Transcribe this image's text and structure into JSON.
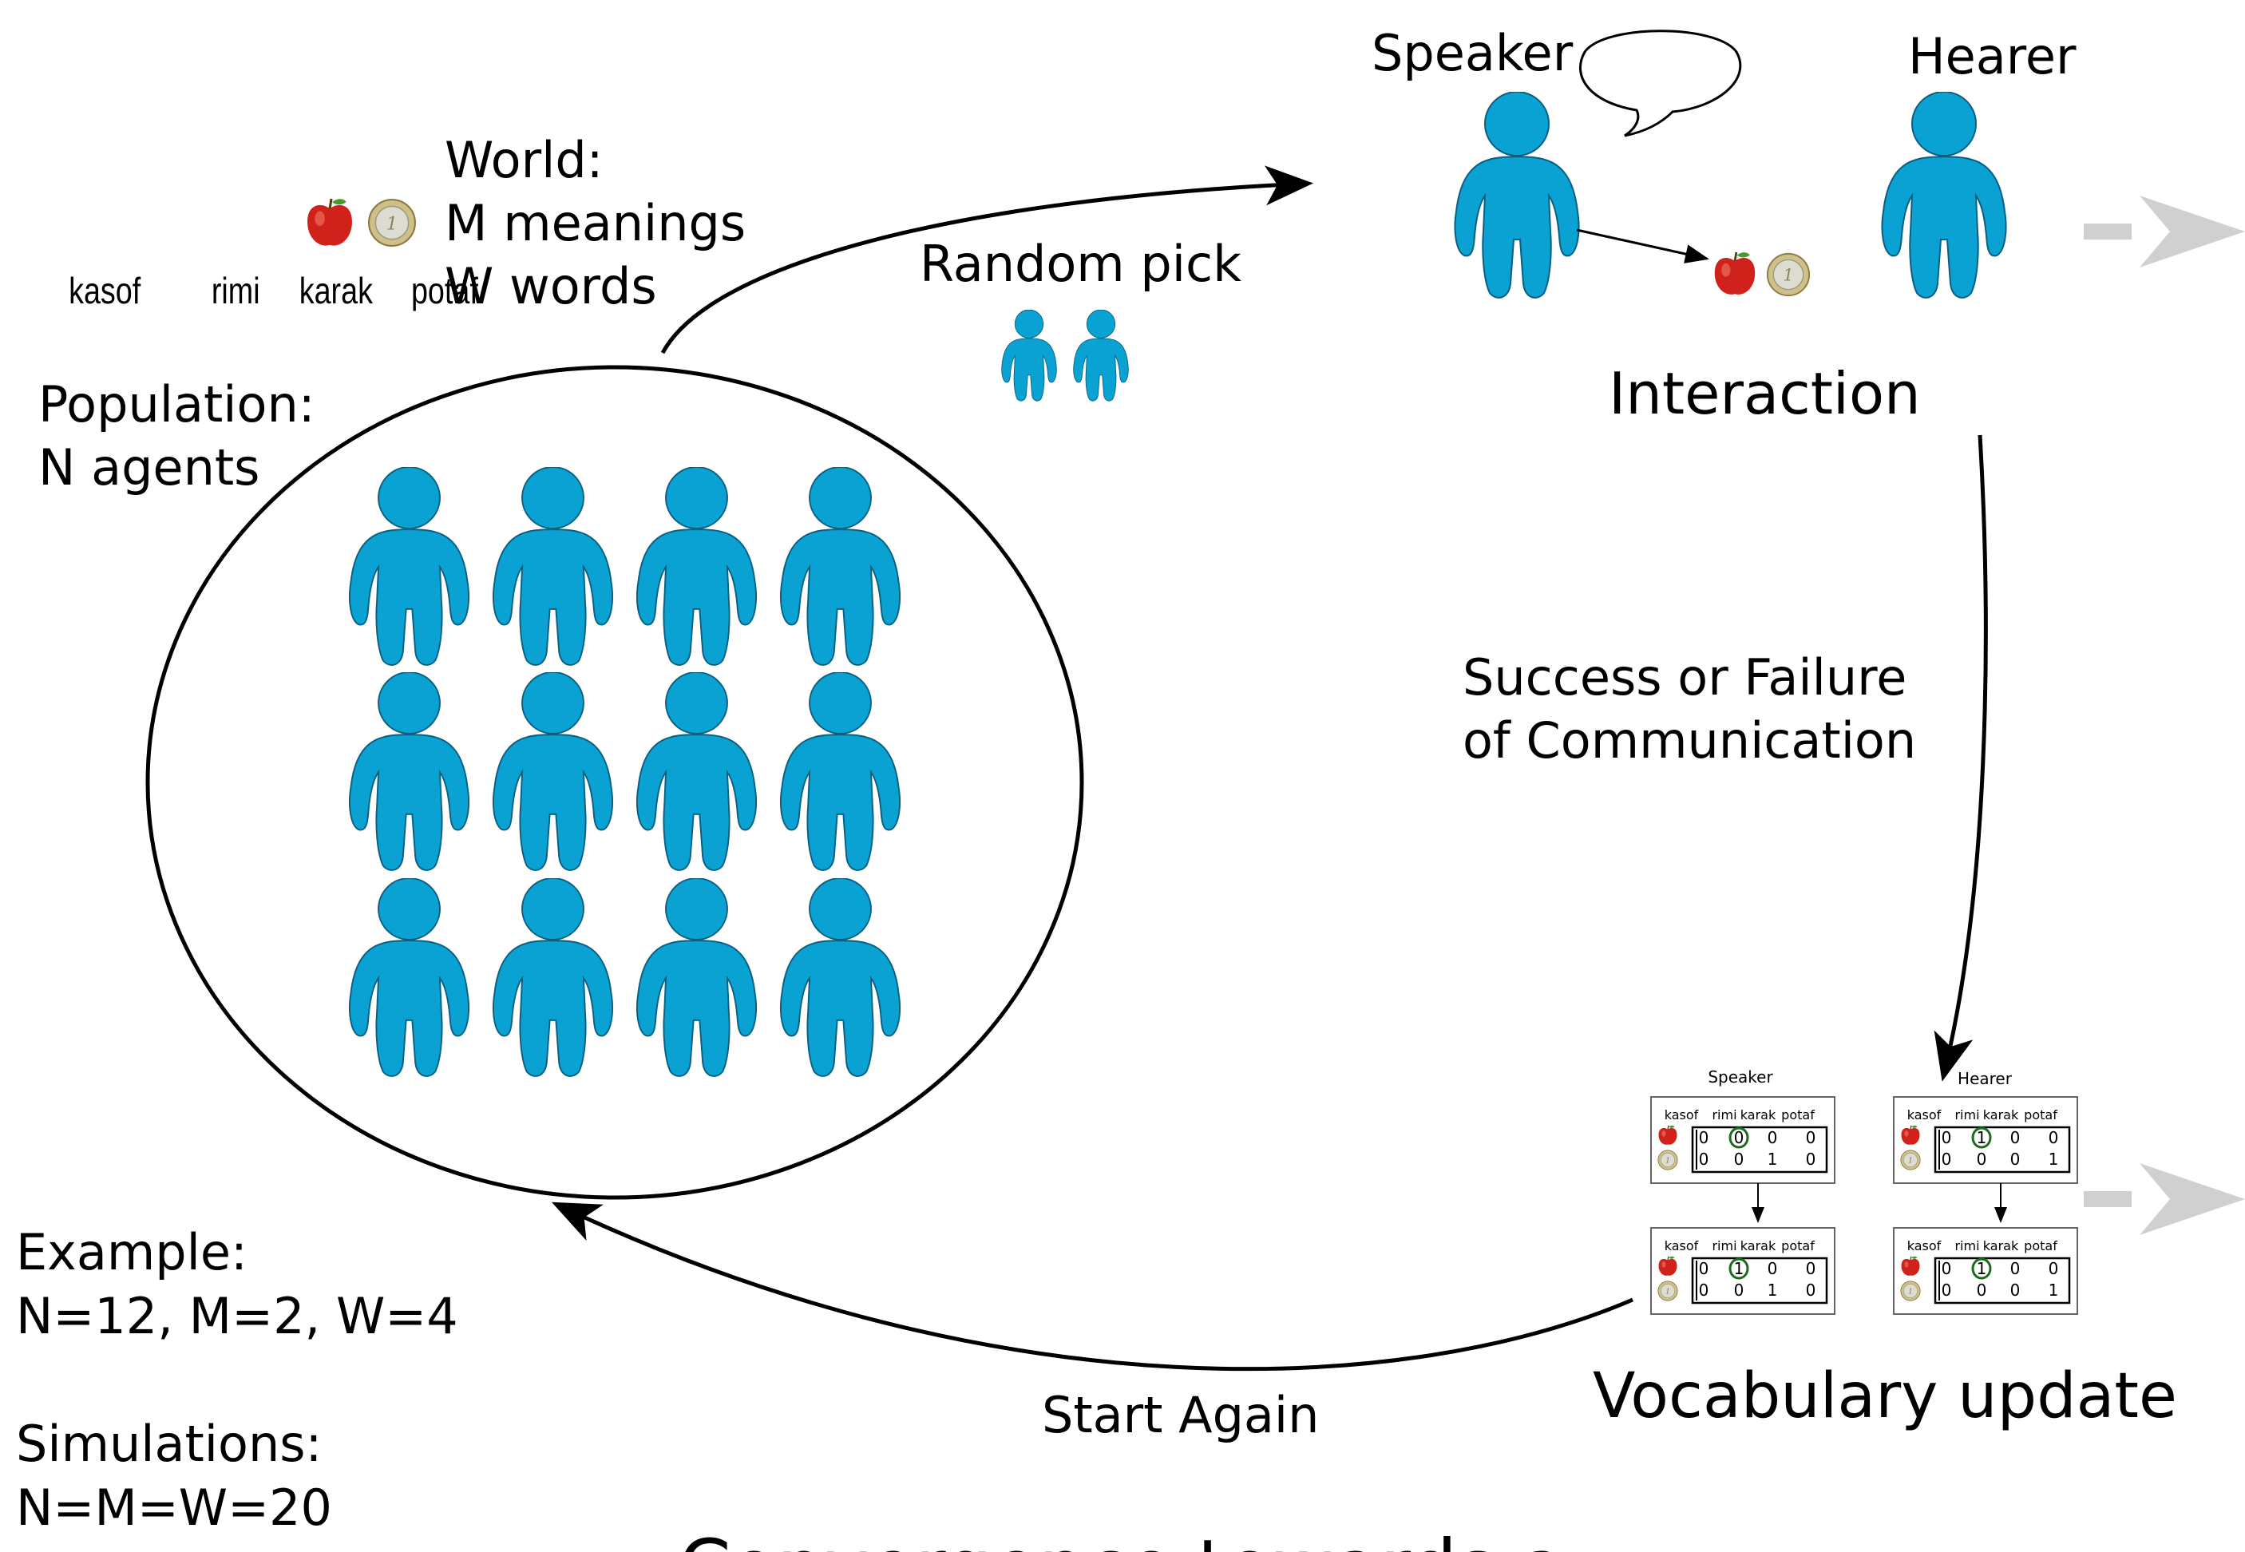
{
  "world": {
    "title": "World:",
    "meanings": "M meanings",
    "words_label": "W words",
    "vocab_words": [
      "kasof",
      "rimi",
      "karak",
      "potaf"
    ]
  },
  "population": {
    "line1": "Population:",
    "line2": "N agents"
  },
  "random_pick": "Random pick",
  "speaker_label": "Speaker",
  "hearer_label": "Hearer",
  "interaction_label": "Interaction",
  "feedback": {
    "line1": "Success or Failure",
    "line2": "of Communication"
  },
  "vocab_update_label": "Vocabulary update",
  "start_again_label": "Start Again",
  "example": {
    "line1": "Example:",
    "line2": "N=12, M=2, W=4"
  },
  "simulations": {
    "line1": "Simulations:",
    "line2": "N=M=W=20"
  },
  "bottom_text": "Convergence towards a",
  "matrices": {
    "speaker_title": "Speaker",
    "hearer_title": "Hearer",
    "columns": [
      "kasof",
      "rimi",
      "karak",
      "potaf"
    ],
    "speaker_before": [
      [
        0,
        0,
        0,
        0
      ],
      [
        0,
        0,
        1,
        0
      ]
    ],
    "speaker_after": [
      [
        0,
        1,
        0,
        0
      ],
      [
        0,
        0,
        1,
        0
      ]
    ],
    "hearer_before": [
      [
        0,
        1,
        0,
        0
      ],
      [
        0,
        0,
        0,
        1
      ]
    ],
    "hearer_after": [
      [
        0,
        1,
        0,
        0
      ],
      [
        0,
        0,
        0,
        1
      ]
    ],
    "highlight": {
      "row": 0,
      "col": 1,
      "color": "#1a6b1a"
    }
  },
  "colors": {
    "agent": "#0aa2d2",
    "agent_stroke": "#0a5f80",
    "ghost_arrow": "#d0d0d0",
    "apple": "#d0221b",
    "coin": "#c9b67a"
  },
  "icons": [
    "person-icon",
    "apple-icon",
    "coin-icon",
    "speech-bubble-icon",
    "arrow-icon"
  ]
}
